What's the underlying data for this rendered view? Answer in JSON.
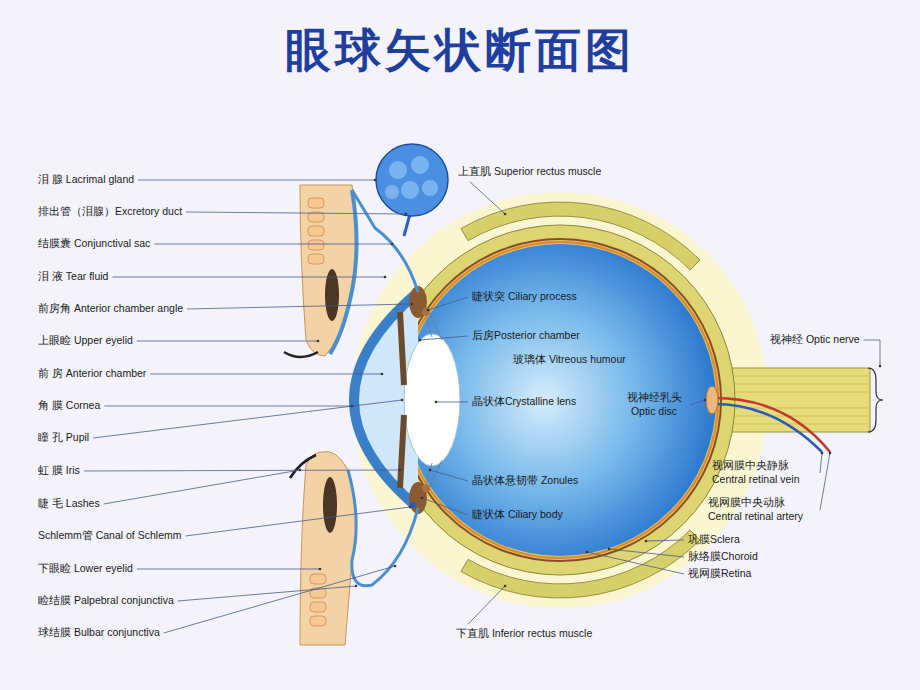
{
  "diagram": {
    "title": "眼球矢状断面图",
    "labels": [
      "泪 腺 Lacrimal gland",
      "排出管（泪腺）Excretory duct",
      "结膜囊 Conjunctival sac",
      "泪 液 Tear fluid",
      "前房角 Anterior chamber angle",
      "上眼睑 Upper eyelid",
      "前 房 Anterior chamber",
      "角 膜 Cornea",
      "瞳 孔 Pupil",
      "虹 膜 Iris",
      "睫 毛 Lashes",
      "Schlemm管 Canal of Schlemm",
      "下眼睑 Lower eyelid",
      "睑结膜 Palpebral conjunctiva",
      "球结膜 Bulbar conjunctiva",
      "上直肌 Superior rectus muscle",
      "睫状突 Ciliary process",
      "视神经 Optic nerve",
      "后房Posterior chamber",
      "玻璃体 Vitreous humour",
      "晶状体Crystalline lens",
      "视神经乳头 Optic disc",
      "视网膜中央静脉 Central retinal vein",
      "晶状体悬韧带 Zonules",
      "视网膜中央动脉 Central retinal artery",
      "睫状体 Ciliary body",
      "巩膜Sclera",
      "脉络膜Choroid",
      "视网膜Retina",
      "下直肌 Inferior rectus muscle"
    ]
  }
}
